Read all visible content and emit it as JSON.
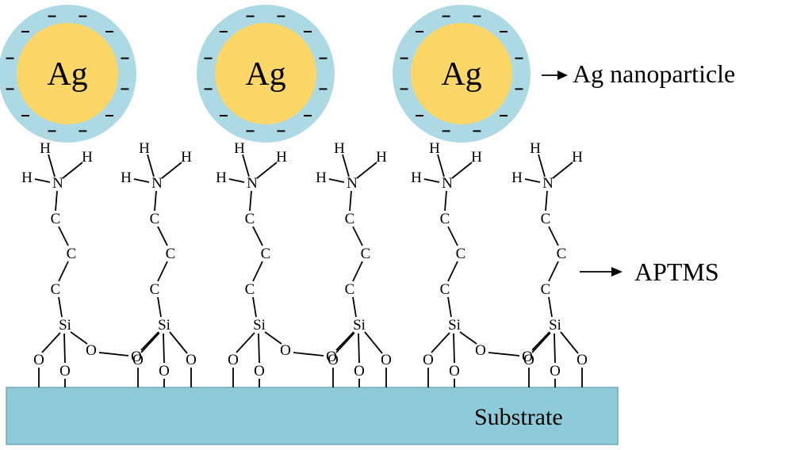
{
  "nanoparticle": {
    "core_label": "Ag",
    "shell_charge": "−",
    "core_color": "#FCD666",
    "shell_color": "#ACD9E3",
    "count": 3
  },
  "labels": {
    "nanoparticle": "Ag nanoparticle",
    "aptms": "APTMS",
    "substrate": "Substrate"
  },
  "atoms": {
    "hydrogen": "H",
    "nitrogen": "N",
    "carbon": "C",
    "silicon": "Si",
    "oxygen": "O"
  },
  "colors": {
    "substrate": "#8FCAD9",
    "substrate_border": "#73A9B7"
  },
  "molecule_count": 6
}
